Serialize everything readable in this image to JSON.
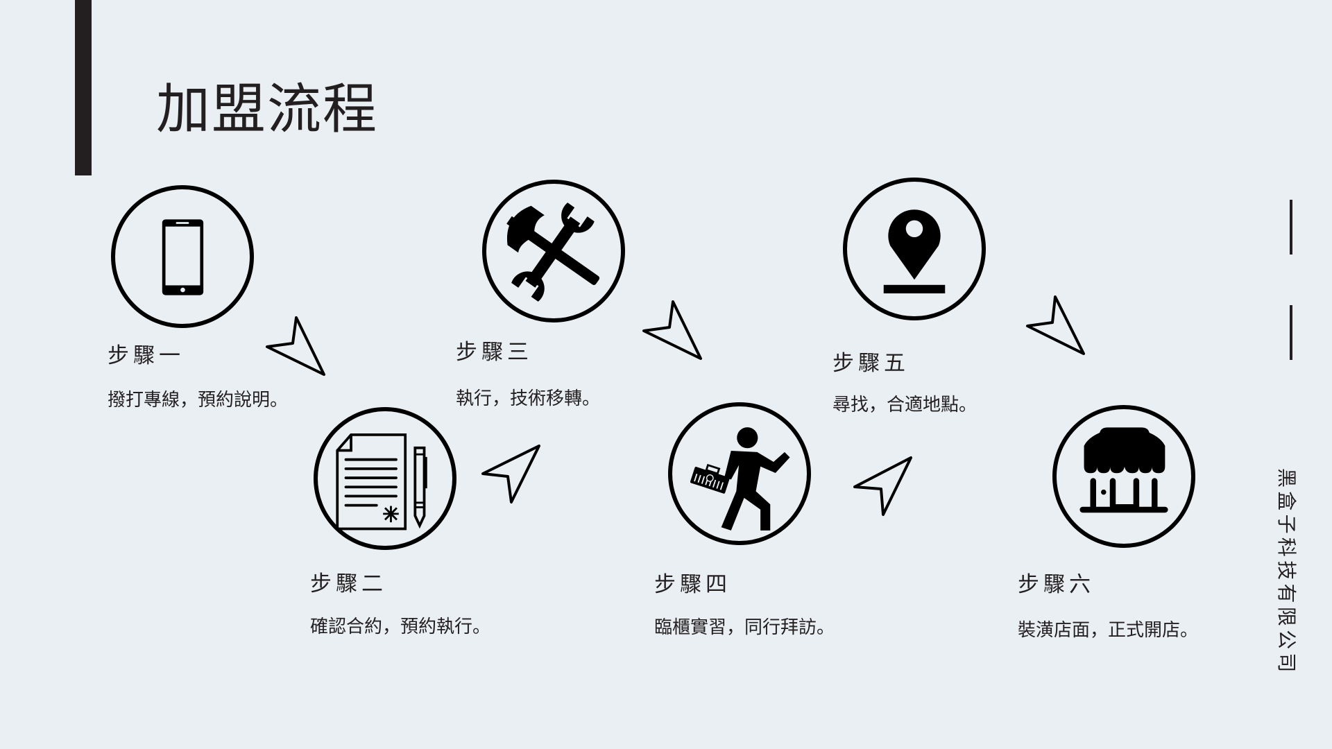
{
  "slide": {
    "title": "加盟流程",
    "company": "黑盒子科技有限公司",
    "colors": {
      "background": "#E9EFF2",
      "text": "#231F20",
      "icon": "#000000"
    }
  },
  "steps": [
    {
      "label": "步驟一",
      "desc": "撥打專線，預約說明。",
      "icon": "smartphone-icon"
    },
    {
      "label": "步驟二",
      "desc": "確認合約，預約執行。",
      "icon": "contract-document-icon"
    },
    {
      "label": "步驟三",
      "desc": "執行，技術移轉。",
      "icon": "wrench-hammer-icon"
    },
    {
      "label": "步驟四",
      "desc": "臨櫃實習，同行拜訪。",
      "icon": "worker-toolbox-icon"
    },
    {
      "label": "步驟五",
      "desc": "尋找，合適地點。",
      "icon": "location-pin-icon"
    },
    {
      "label": "步驟六",
      "desc": "裝潢店面，正式開店。",
      "icon": "storefront-icon"
    }
  ]
}
